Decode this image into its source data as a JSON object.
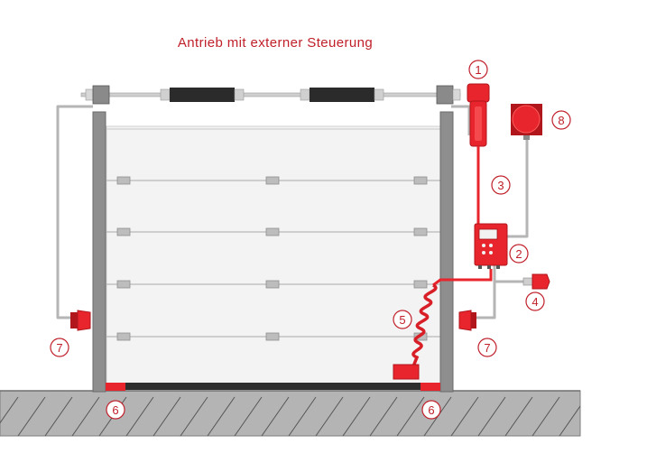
{
  "title": "Antrieb mit externer Steuerung",
  "callouts": {
    "c1": "1",
    "c2": "2",
    "c3": "3",
    "c4": "4",
    "c5": "5",
    "c6a": "6",
    "c6b": "6",
    "c7a": "7",
    "c7b": "7",
    "c8": "8"
  },
  "colors": {
    "accent": "#e8242c",
    "accent_dark": "#b0161c",
    "callout": "#c0202a",
    "frame": "#8e8e8e",
    "cable": "#b5b5b5",
    "ground": "#9a9a9a",
    "door_panel": "#f3f3f3"
  },
  "icons": {
    "motor": "drive-motor-icon",
    "control": "control-box-icon",
    "warning": "warning-light-icon",
    "plug": "power-plug-icon",
    "photocell": "photocell-icon",
    "edge": "safety-edge-icon",
    "cable": "spiral-cable-icon"
  }
}
